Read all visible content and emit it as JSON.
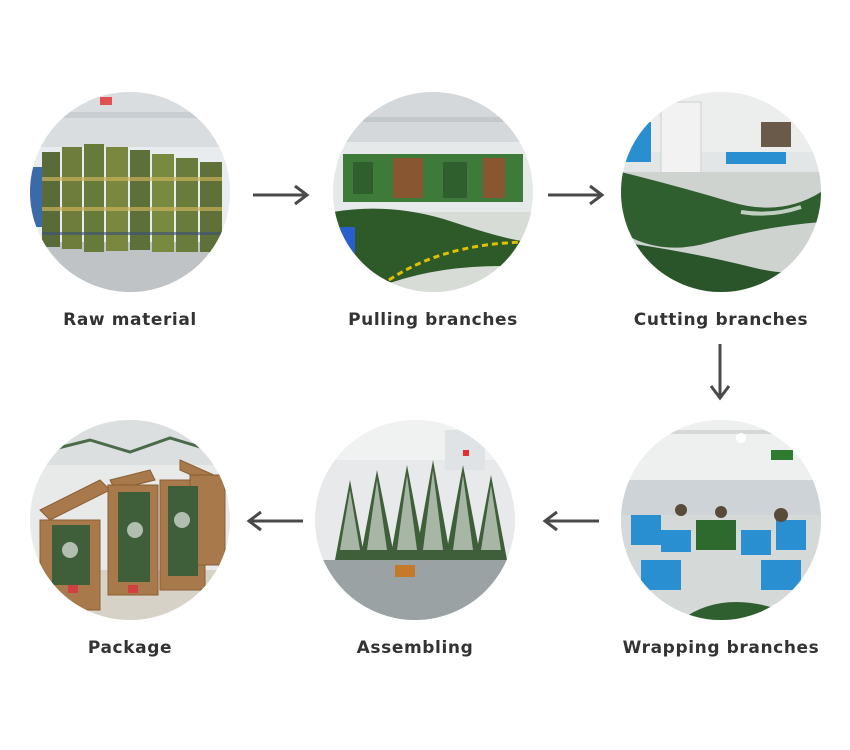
{
  "colors": {
    "label": "#333333",
    "arrow": "#4a4a4a",
    "background": "#ffffff"
  },
  "steps": [
    {
      "id": "raw-material",
      "label": "Raw material"
    },
    {
      "id": "pulling-branches",
      "label": "Pulling branches"
    },
    {
      "id": "cutting-branches",
      "label": "Cutting branches"
    },
    {
      "id": "wrapping-branches",
      "label": "Wrapping branches"
    },
    {
      "id": "assembling",
      "label": "Assembling"
    },
    {
      "id": "package",
      "label": "Package"
    }
  ],
  "arrows": [
    {
      "from": "Raw material",
      "to": "Pulling branches",
      "direction": "right"
    },
    {
      "from": "Pulling branches",
      "to": "Cutting branches",
      "direction": "right"
    },
    {
      "from": "Cutting branches",
      "to": "Wrapping branches",
      "direction": "down"
    },
    {
      "from": "Wrapping branches",
      "to": "Assembling",
      "direction": "left"
    },
    {
      "from": "Assembling",
      "to": "Package",
      "direction": "left"
    }
  ]
}
